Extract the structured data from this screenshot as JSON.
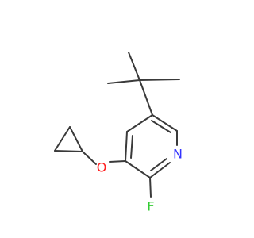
{
  "molecule": {
    "atoms": {
      "nitrogen": {
        "label": "N",
        "color": "#3333ff"
      },
      "fluorine": {
        "label": "F",
        "color": "#33cc33"
      },
      "oxygen": {
        "label": "O",
        "color": "#ff2020"
      }
    },
    "bond_color": "#3a3a3a"
  }
}
